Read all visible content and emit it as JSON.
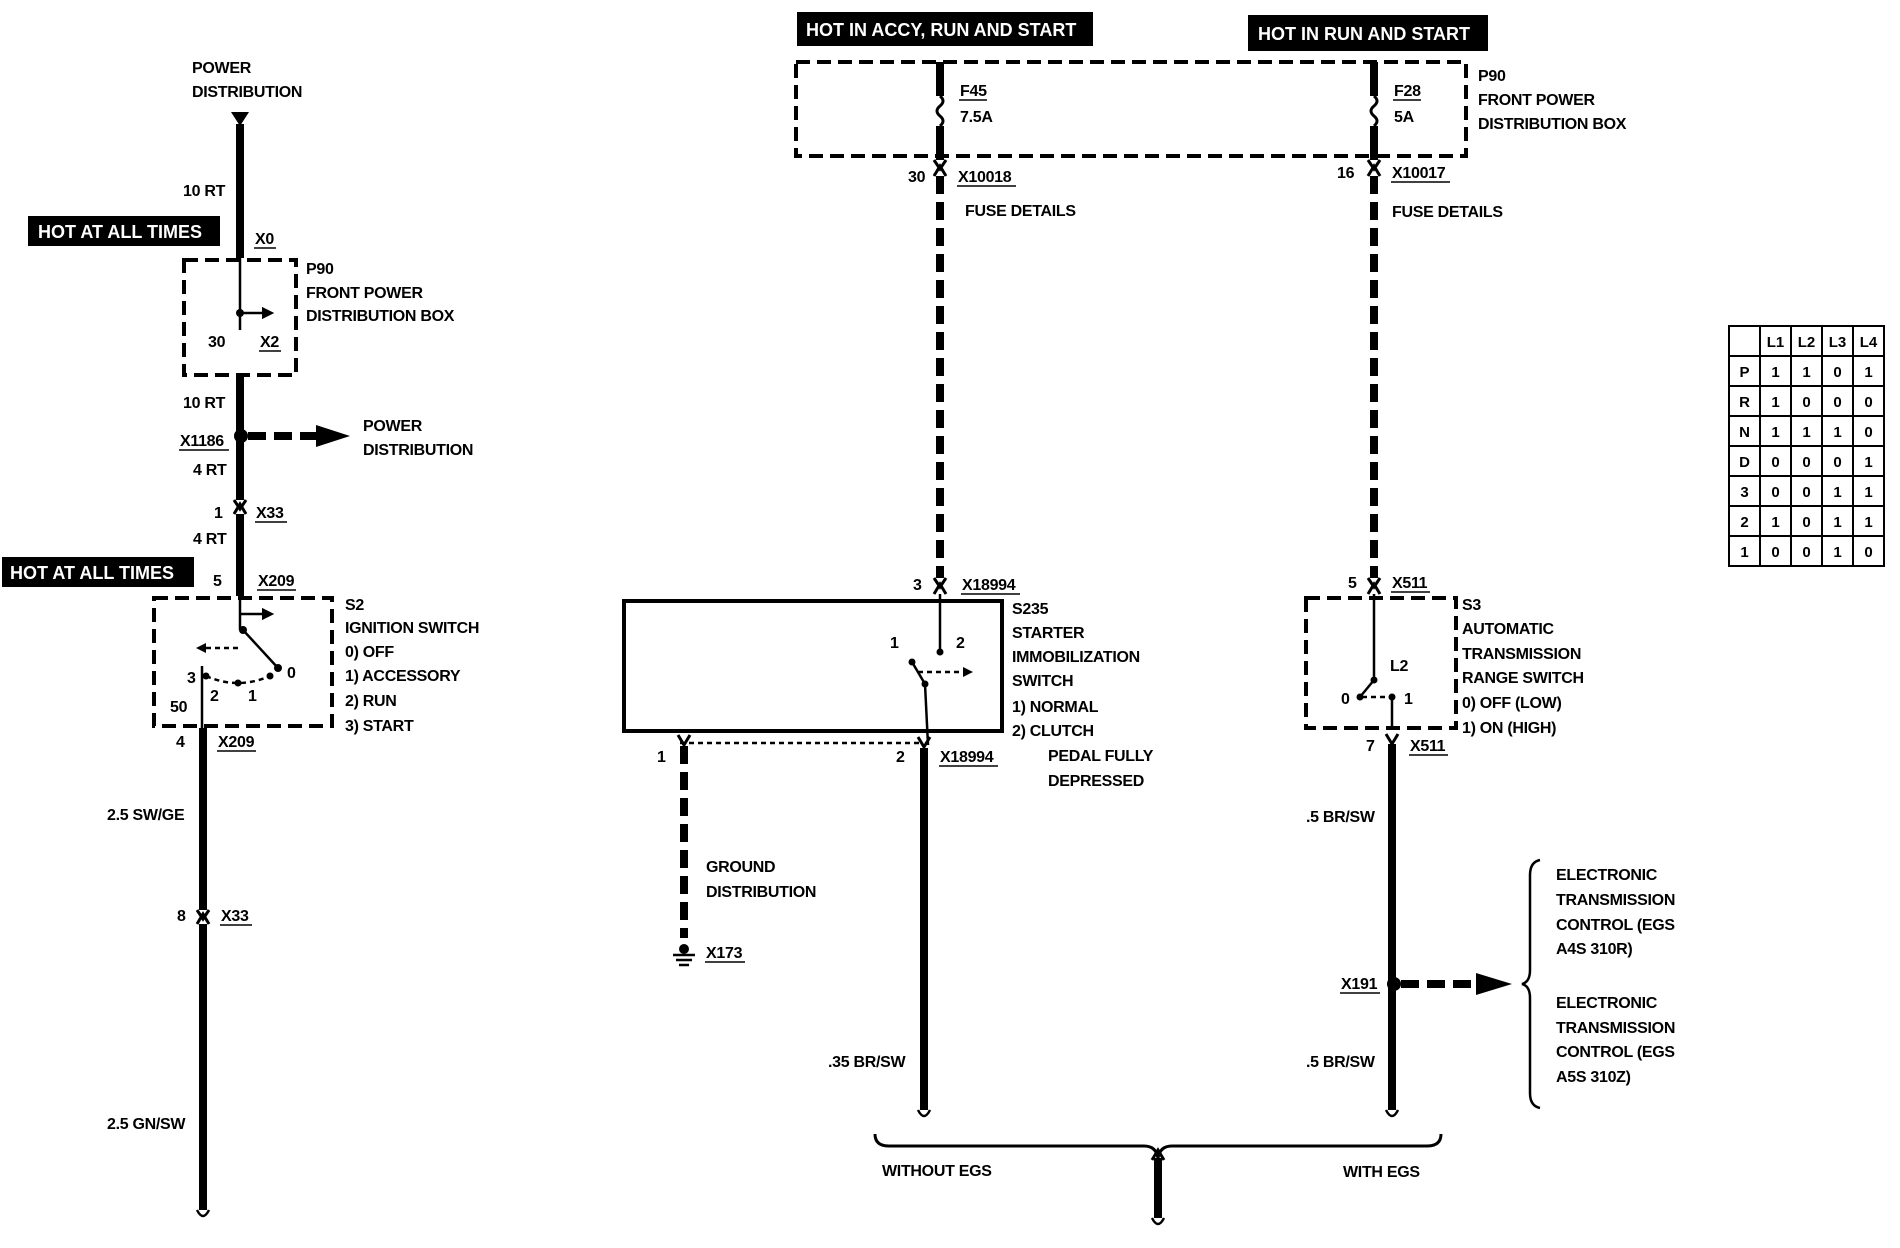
{
  "banners": {
    "hot_at_all_times_1": "HOT AT ALL TIMES",
    "hot_at_all_times_2": "HOT AT ALL TIMES",
    "hot_accy_run_start": "HOT IN ACCY, RUN AND START",
    "hot_run_start": "HOT IN RUN AND START"
  },
  "left_circuit": {
    "power_dist_top_1": "POWER",
    "power_dist_top_2": "DISTRIBUTION",
    "wire_10rt_top": "10 RT",
    "x0": "X0",
    "p90_code": "P90",
    "p90_line1": "FRONT POWER",
    "p90_line2": "DISTRIBUTION BOX",
    "pin_30": "30",
    "x2": "X2",
    "wire_10rt_mid": "10 RT",
    "x1186": "X1186",
    "power_dist_branch_1": "POWER",
    "power_dist_branch_2": "DISTRIBUTION",
    "wire_4rt_1": "4 RT",
    "pin_1": "1",
    "x33_top": "X33",
    "wire_4rt_2": "4 RT",
    "pin_5": "5",
    "x209_top": "X209",
    "s2_code": "S2",
    "s2_name": "IGNITION SWITCH",
    "s2_pos0": "0)   OFF",
    "s2_pos1": "1)   ACCESSORY",
    "s2_pos2": "2)   RUN",
    "s2_pos3": "3)   START",
    "sw_3": "3",
    "sw_2": "2",
    "sw_1": "1",
    "sw_0": "0",
    "pin_50": "50",
    "pin_4": "4",
    "x209_bot": "X209",
    "wire_25swge": "2.5 SW/GE",
    "pin_8": "8",
    "x33_bot": "X33",
    "wire_25gnsw": "2.5 GN/SW"
  },
  "fuse_box": {
    "p90_code": "P90",
    "p90_line1": "FRONT POWER",
    "p90_line2": "DISTRIBUTION BOX",
    "f45_code": "F45",
    "f45_rating": "7.5A",
    "f28_code": "F28",
    "f28_rating": "5A",
    "pin_30": "30",
    "x10018": "X10018",
    "pin_16": "16",
    "x10017": "X10017",
    "fuse_details_1": "FUSE DETAILS",
    "fuse_details_2": "FUSE DETAILS"
  },
  "middle_circuit": {
    "pin_3": "3",
    "x18994_top": "X18994",
    "s235_code": "S235",
    "s235_line1": "STARTER",
    "s235_line2": "IMMOBILIZATION",
    "s235_line3": "SWITCH",
    "s235_pos1": "1)    NORMAL",
    "s235_pos2": "2)    CLUTCH",
    "s235_pos2b": "PEDAL FULLY",
    "s235_pos2c": "DEPRESSED",
    "sw_1": "1",
    "sw_2": "2",
    "pin_1": "1",
    "pin_2": "2",
    "x18994_bot": "X18994",
    "ground_1": "GROUND",
    "ground_2": "DISTRIBUTION",
    "x173": "X173",
    "wire_35brsw": ".35 BR/SW"
  },
  "right_circuit": {
    "pin_5": "5",
    "x511_top": "X511",
    "s3_code": "S3",
    "s3_line1": "AUTOMATIC",
    "s3_line2": "TRANSMISSION",
    "s3_line3": "RANGE SWITCH",
    "s3_pos0": "0)   OFF (LOW)",
    "s3_pos1": "1)   ON (HIGH)",
    "l2": "L2",
    "sw_0": "0",
    "sw_1": "1",
    "pin_7": "7",
    "x511_bot": "X511",
    "wire_5brsw_1": ".5 BR/SW",
    "x191": "X191",
    "wire_5brsw_2": ".5 BR/SW",
    "egs1_line1": "ELECTRONIC",
    "egs1_line2": "TRANSMISSION",
    "egs1_line3": "CONTROL (EGS",
    "egs1_line4": "A4S 310R)",
    "egs2_line1": "ELECTRONIC",
    "egs2_line2": "TRANSMISSION",
    "egs2_line3": "CONTROL (EGS",
    "egs2_line4": "A5S 310Z)"
  },
  "bottom": {
    "without_egs": "WITHOUT EGS",
    "with_egs": "WITH EGS"
  },
  "truth_table": {
    "headers": [
      "",
      "L1",
      "L2",
      "L3",
      "L4"
    ],
    "rows": [
      [
        "P",
        "1",
        "1",
        "0",
        "1"
      ],
      [
        "R",
        "1",
        "0",
        "0",
        "0"
      ],
      [
        "N",
        "1",
        "1",
        "1",
        "0"
      ],
      [
        "D",
        "0",
        "0",
        "0",
        "1"
      ],
      [
        "3",
        "0",
        "0",
        "1",
        "1"
      ],
      [
        "2",
        "1",
        "0",
        "1",
        "1"
      ],
      [
        "1",
        "0",
        "0",
        "1",
        "0"
      ]
    ]
  }
}
